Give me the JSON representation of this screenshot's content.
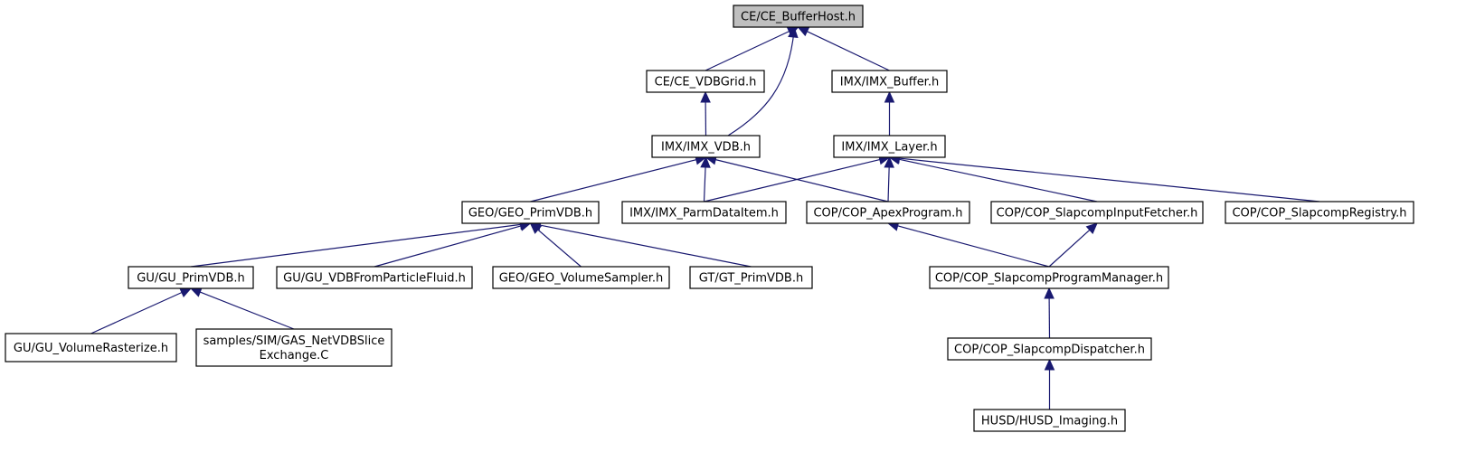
{
  "graph": {
    "nodes": [
      {
        "id": "n0",
        "label": [
          "CE/CE_BufferHost.h"
        ],
        "root": true
      },
      {
        "id": "n1",
        "label": [
          "CE/CE_VDBGrid.h"
        ]
      },
      {
        "id": "n2",
        "label": [
          "IMX/IMX_Buffer.h"
        ]
      },
      {
        "id": "n3",
        "label": [
          "IMX/IMX_VDB.h"
        ]
      },
      {
        "id": "n4",
        "label": [
          "IMX/IMX_Layer.h"
        ]
      },
      {
        "id": "n5",
        "label": [
          "GEO/GEO_PrimVDB.h"
        ]
      },
      {
        "id": "n6",
        "label": [
          "IMX/IMX_ParmDataItem.h"
        ]
      },
      {
        "id": "n7",
        "label": [
          "COP/COP_ApexProgram.h"
        ]
      },
      {
        "id": "n8",
        "label": [
          "COP/COP_SlapcompInputFetcher.h"
        ]
      },
      {
        "id": "n9",
        "label": [
          "COP/COP_SlapcompRegistry.h"
        ]
      },
      {
        "id": "n10",
        "label": [
          "GU/GU_PrimVDB.h"
        ]
      },
      {
        "id": "n11",
        "label": [
          "GU/GU_VDBFromParticleFluid.h"
        ]
      },
      {
        "id": "n12",
        "label": [
          "GEO/GEO_VolumeSampler.h"
        ]
      },
      {
        "id": "n13",
        "label": [
          "GT/GT_PrimVDB.h"
        ]
      },
      {
        "id": "n14",
        "label": [
          "COP/COP_SlapcompProgramManager.h"
        ]
      },
      {
        "id": "n15",
        "label": [
          "GU/GU_VolumeRasterize.h"
        ]
      },
      {
        "id": "n16",
        "label": [
          "samples/SIM/GAS_NetVDBSlice",
          "Exchange.C"
        ]
      },
      {
        "id": "n17",
        "label": [
          "COP/COP_SlapcompDispatcher.h"
        ]
      },
      {
        "id": "n18",
        "label": [
          "HUSD/HUSD_Imaging.h"
        ]
      }
    ],
    "edges": [
      {
        "from": "n1",
        "to": "n0"
      },
      {
        "from": "n3",
        "to": "n0"
      },
      {
        "from": "n2",
        "to": "n0"
      },
      {
        "from": "n3",
        "to": "n1"
      },
      {
        "from": "n4",
        "to": "n2"
      },
      {
        "from": "n5",
        "to": "n3"
      },
      {
        "from": "n6",
        "to": "n3"
      },
      {
        "from": "n7",
        "to": "n3"
      },
      {
        "from": "n6",
        "to": "n4"
      },
      {
        "from": "n7",
        "to": "n4"
      },
      {
        "from": "n8",
        "to": "n4"
      },
      {
        "from": "n9",
        "to": "n4"
      },
      {
        "from": "n10",
        "to": "n5"
      },
      {
        "from": "n11",
        "to": "n5"
      },
      {
        "from": "n12",
        "to": "n5"
      },
      {
        "from": "n13",
        "to": "n5"
      },
      {
        "from": "n14",
        "to": "n7"
      },
      {
        "from": "n14",
        "to": "n8"
      },
      {
        "from": "n15",
        "to": "n10"
      },
      {
        "from": "n16",
        "to": "n10"
      },
      {
        "from": "n17",
        "to": "n14"
      },
      {
        "from": "n18",
        "to": "n17"
      }
    ]
  },
  "colors": {
    "edge": "#191970",
    "node_border": "#000000",
    "node_fill": "#ffffff",
    "root_fill": "#bfbfbf"
  }
}
